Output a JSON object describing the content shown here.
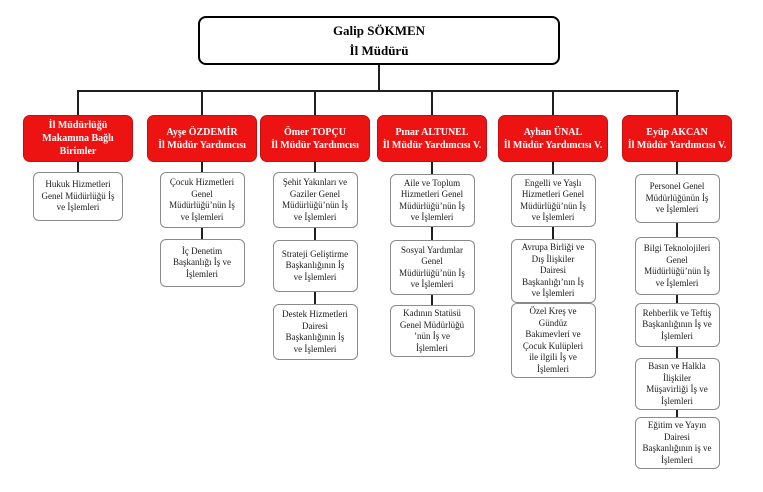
{
  "org": {
    "root": {
      "name": "Galip SÖKMEN",
      "title": "İl Müdürü"
    },
    "columns": [
      {
        "header": "İl Müdürlüğü\nMakamına Bağlı\nBirimler",
        "units": [
          "Hukuk Hizmetleri\nGenel Müdürlüğü İş\nve İşlemleri"
        ]
      },
      {
        "header": "Ayşe ÖZDEMİR\nİl Müdür Yardımcısı",
        "units": [
          "Çocuk Hizmetleri\nGenel\nMüdürlüğü’nün İş\nve İşlemleri",
          "İç Denetim\nBaşkanlığı İş ve\nİşlemleri"
        ]
      },
      {
        "header": "Ömer TOPÇU\nİl Müdür Yardımcısı",
        "units": [
          "Şehit Yakınları ve\nGaziler Genel\nMüdürlüğü’nün İş\nve İşlemleri",
          "Strateji Geliştirme\nBaşkanlığının İş\nve İşlemleri",
          "Destek Hizmetleri\nDairesi\nBaşkanlığının İş\nve İşlemleri"
        ]
      },
      {
        "header": "Pınar ALTUNEL\nİl Müdür Yardımcısı V.",
        "units": [
          "Aile ve Toplum\nHizmetleri Genel\nMüdürlüğü’nün İş\nve İşlemleri",
          "Sosyal Yardımlar\nGenel\nMüdürlüğü’nün İş\nve İşlemleri",
          "Kadının Statüsü\nGenel Müdürlüğü\n’nün İş ve\nİşlemleri"
        ]
      },
      {
        "header": "Ayhan ÜNAL\nİl Müdür Yardımcısı V.",
        "units": [
          "Engelli ve Yaşlı\nHizmetleri Genel\nMüdürlüğü’nün İş\nve İşlemleri",
          "Avrupa Birliği ve\nDış İlişkiler\nDairesi\nBaşkanlığı’nın İş\nve İşlemleri",
          "Özel Kreş ve\nGündüz\nBakımevleri ve\nÇocuk Kulüpleri\nile ilgili İş ve\nİşlemleri"
        ]
      },
      {
        "header": "Eyüp AKCAN\nİl Müdür Yardımcısı V.",
        "units": [
          "Personel Genel\nMüdürlüğünün İş\nve İşlemleri",
          "Bilgi Teknolojileri\nGenel\nMüdürlüğü’nün İş\nve İşlemleri",
          "Rehberlik ve Teftiş\nBaşkanlığının İş ve\nİşlemleri",
          "Basın ve Halkla\nİlişkiler\nMüşavirliği İş ve\nİşlemleri",
          "Eğitim ve Yayın\nDairesi\nBaşkanlığının iş ve\nİşlemleri"
        ]
      }
    ]
  },
  "colors": {
    "header_bg": "#EE1313",
    "header_border": "#C21010",
    "header_text": "#FFFFFF",
    "unit_border": "#8A8A8A",
    "unit_text": "#1A1A1A",
    "line": "#1F1F1F",
    "root_border": "#000000"
  }
}
